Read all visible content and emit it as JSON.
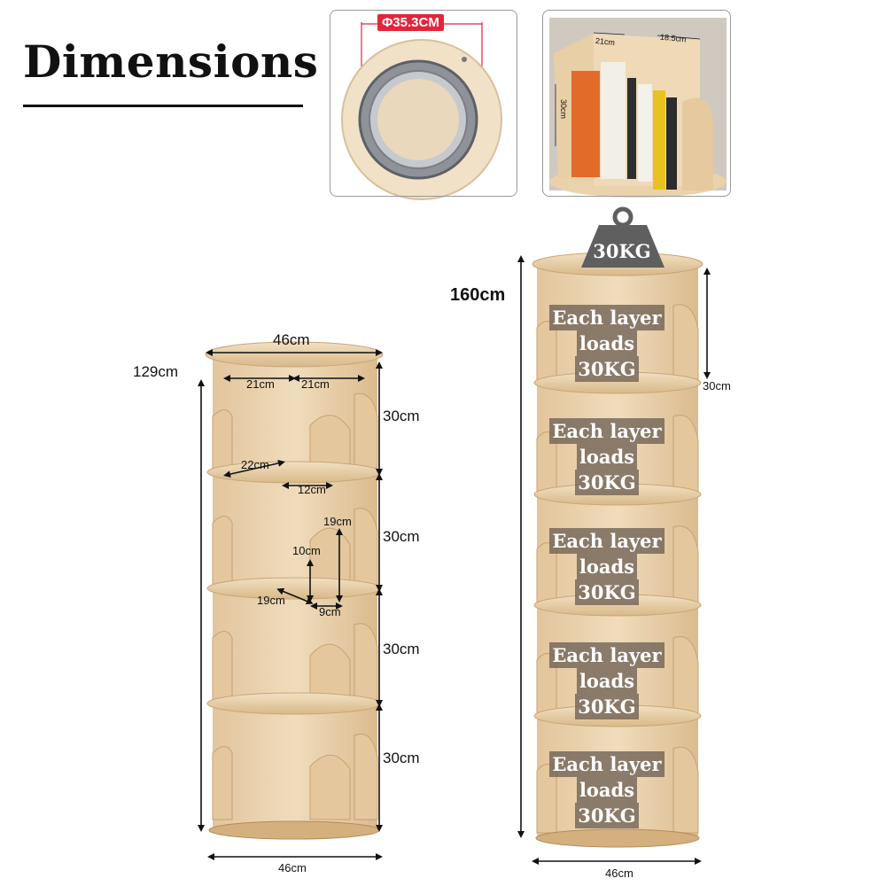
{
  "title": "Dimensions",
  "turntable": {
    "diameter": "Φ35.3CM"
  },
  "books_inset": {
    "width_a": "21cm",
    "width_b": "18.5cm",
    "height": "30cm"
  },
  "small_tower": {
    "height": "129cm",
    "top_width": "46cm",
    "half_a": "21cm",
    "half_b": "21cm",
    "tier_heights": [
      "30cm",
      "30cm",
      "30cm",
      "30cm"
    ],
    "shelf_depth": "22cm",
    "shelf_gap": "12cm",
    "slot_height": "19cm",
    "slot_inner": "10cm",
    "slot_depth": "19cm",
    "slot_width": "9cm",
    "base_width": "46cm"
  },
  "tall_tower": {
    "height": "160cm",
    "top_load": "30KG",
    "layer_height": "30cm",
    "layer_loads": [
      [
        "Each layer",
        "loads",
        "30KG"
      ],
      [
        "Each layer",
        "loads",
        "30KG"
      ],
      [
        "Each layer",
        "loads",
        "30KG"
      ],
      [
        "Each layer",
        "loads",
        "30KG"
      ],
      [
        "Each layer",
        "loads",
        "30KG"
      ]
    ],
    "base_width": "46cm"
  },
  "colors": {
    "wood": "#e8cfa8",
    "wood_dark": "#c9a676",
    "accent_red": "#e1263a",
    "weight_gray": "#5f5f5f"
  }
}
